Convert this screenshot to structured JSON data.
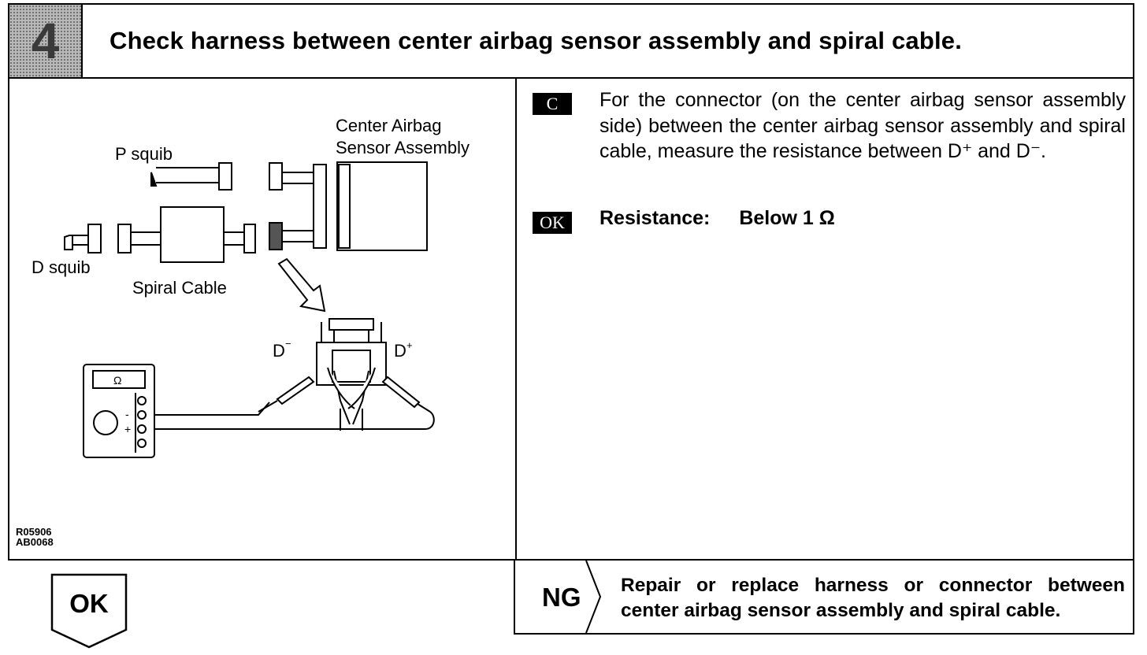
{
  "header": {
    "step_number": "4",
    "title": "Check harness between center airbag sensor assembly and spiral cable."
  },
  "figure": {
    "labels": {
      "p_squib": "P squib",
      "center_airbag": "Center Airbag",
      "sensor_assembly": "Sensor Assembly",
      "d_squib": "D squib",
      "spiral_cable": "Spiral Cable",
      "d_minus": "D",
      "d_plus": "D",
      "ohm": "Ω",
      "meter_minus": "-",
      "meter_plus": "+"
    },
    "ids": [
      "R05906",
      "AB0068"
    ]
  },
  "instructions": {
    "c_badge": "C",
    "text": "For the connector (on the center airbag sensor assembly side) between the center airbag sensor assembly and spiral cable, measure the resistance between D⁺ and D⁻.",
    "ok_badge": "OK",
    "resistance_label": "Resistance:",
    "resistance_value": "Below 1 Ω"
  },
  "result_ok": {
    "label": "OK"
  },
  "result_ng": {
    "label": "NG",
    "text": "Repair or replace harness or connector between center airbag sensor assembly and spiral cable."
  }
}
